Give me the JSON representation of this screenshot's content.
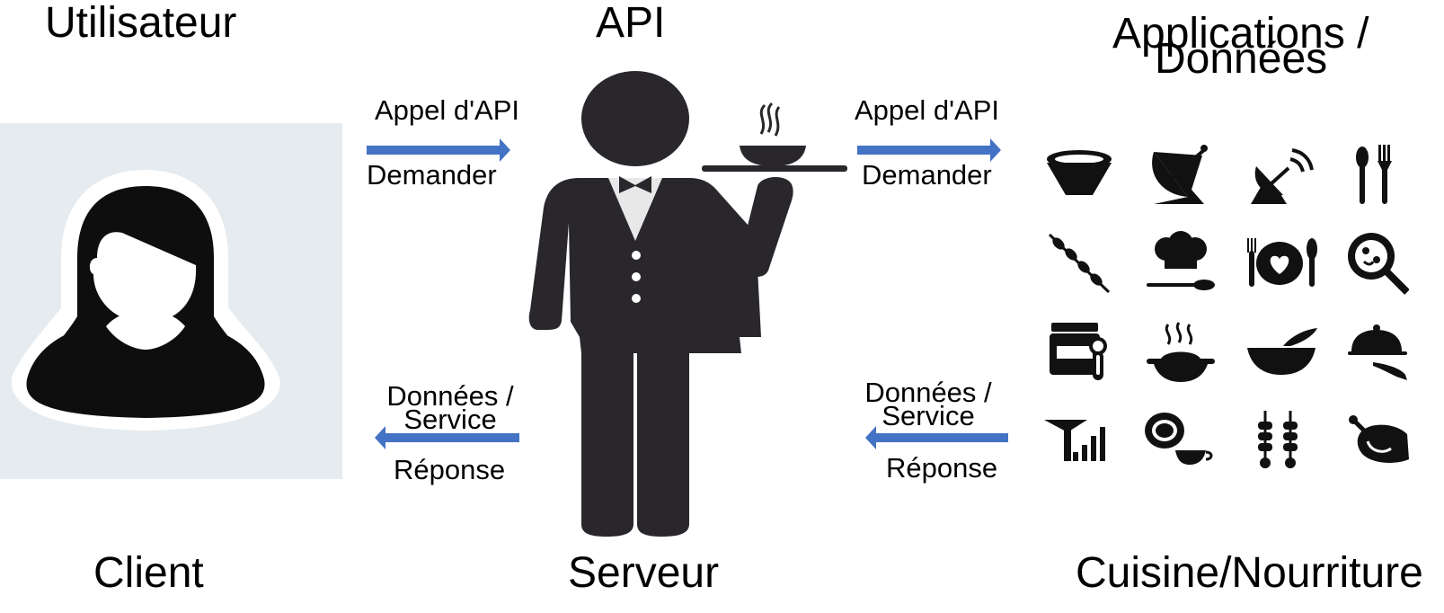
{
  "columns": {
    "user": {
      "title": "Utilisateur",
      "caption": "Client"
    },
    "api": {
      "title": "API",
      "caption": "Serveur"
    },
    "apps": {
      "title_line1": "Applications /",
      "title_line2": "Données",
      "caption": "Cuisine/Nourriture"
    }
  },
  "request_left": {
    "top": "Appel d'API",
    "bottom": "Demander"
  },
  "request_right": {
    "top": "Appel d'API",
    "bottom": "Demander"
  },
  "response_left": {
    "top_line1": "Données /",
    "top_line2": "Service",
    "bottom": "Réponse"
  },
  "response_right": {
    "top_line1": "Données /",
    "top_line2": "Service",
    "bottom": "Réponse"
  },
  "colors": {
    "arrow": "#4472c4",
    "user_panel": "#e5ebef",
    "waiter": "#29272c",
    "icons": "#111111"
  },
  "icons": [
    "bowl-icon",
    "satellite-dish-icon",
    "satellite-antenna-icon",
    "spoon-fork-icon",
    "skewer-icon",
    "chef-hat-icon",
    "plate-heart-icon",
    "food-search-icon",
    "jar-icon",
    "hot-dish-icon",
    "bowl-spoon-icon",
    "cloche-icon",
    "signal-antenna-icon",
    "egg-cup-icon",
    "kebab-icon",
    "roast-chicken-icon"
  ]
}
